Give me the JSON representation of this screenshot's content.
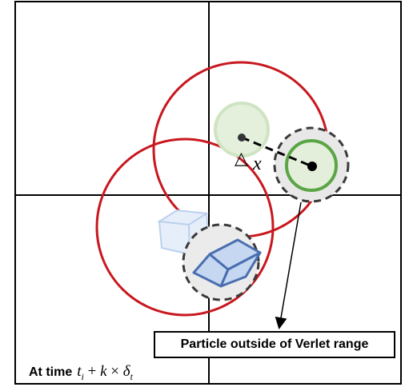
{
  "callout": {
    "text": "Particle outside of Verlet range"
  },
  "time_label": {
    "lead": "At time",
    "t": "t",
    "t_sub": "i",
    "plus": "+",
    "k": "k",
    "times": "×",
    "delta": "δ",
    "delta_sub": "t"
  },
  "displacement_label": {
    "symbol": "△",
    "var": "x"
  },
  "colors": {
    "verlet_circle": "#c8171e",
    "particle_ring_green": "#5aa545",
    "particle_faded_green": "#cfe4c2",
    "molecule_blue": "#4a6fb0",
    "molecule_faded_blue": "#bcd0ee",
    "skin_circle": "#3a3a3a"
  }
}
